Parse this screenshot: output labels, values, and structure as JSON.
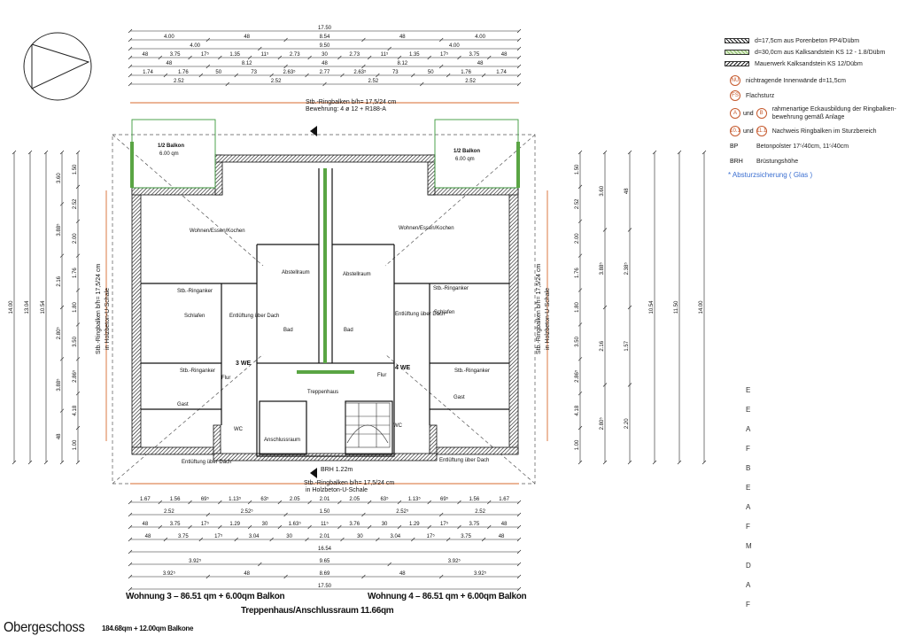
{
  "legend": {
    "items": [
      {
        "swatch": "hatch",
        "text": "d=17,5cm aus Porenbeton PP4/Dübm"
      },
      {
        "swatch": "green",
        "text": "d=30,0cm aus Kalksandstein KS 12 - 1.8/Dübm"
      },
      {
        "swatch": "hatch2",
        "text": "Mauerwerk Kalksandstein KS 12/Dübm"
      }
    ],
    "symbols": [
      {
        "mark": "NU",
        "text": "nichtragende Innenwände d=11,5cm"
      },
      {
        "mark": "FS",
        "text": "Flachsturz"
      },
      {
        "mark": "A",
        "mark2": "B",
        "join": "und",
        "text": "rahmenartige Eckausbildung der Ringbalken- bewehrung gemäß Anlage"
      },
      {
        "mark": "10.1",
        "mark2": "11.1",
        "join": "und",
        "text": "Nachweis Ringbalken im Sturzbereich"
      }
    ],
    "abbreviations": [
      {
        "abbr": "BP",
        "text": "Betonpolster 17⁵/40cm, 11⁵/40cm"
      },
      {
        "abbr": "BRH",
        "text": "Brüstungshöhe"
      }
    ],
    "note": "* Absturzsicherung ( Glas )"
  },
  "captions": {
    "w3": "Wohnung 3 – 86.51 qm + 6.00qm Balkon",
    "w4": "Wohnung 4 – 86.51 qm + 6.00qm Balkon",
    "stair": "Treppenhaus/Anschlussraum 11.66qm",
    "floor": "Obergeschoss",
    "sum": "184.68qm + 12.00qm Balkone"
  },
  "rooms": {
    "balkon": "1/2 Balkon",
    "balkon_area": "6.00 qm",
    "wohnen": "Wohnen/Essen/Kochen",
    "schlafen": "Schlafen",
    "abstellraum": "Abstellraum",
    "bad": "Bad",
    "flur": "Flur",
    "gast": "Gast",
    "wc": "WC",
    "treppenhaus": "Treppenhaus",
    "anschlussraum": "Anschlussraum",
    "unit3": "3 WE",
    "unit4": "4 WE",
    "entlueftung": "Entlüftung über Dach",
    "ringanker": "Stb.-Ringanker",
    "brh": "BRH 1.22m"
  },
  "ringbalken": {
    "top": "Stb.-Ringbalken b/h= 17,5/24 cm",
    "top2": "Bewehrung: 4 ø 12 + R188-A",
    "bottom": "Stb.-Ringbalken b/h= 17,5/24 cm",
    "bottom2": "in Holzbeton-U-Schale",
    "side": "Stb.-Ringbalken b/h= 17,5/24 cm",
    "side2": "in Holzbeton-U-Schale"
  },
  "dims": {
    "top_rows": [
      [
        "17.50"
      ],
      [
        "4.00",
        "48",
        "8.54",
        "48",
        "4.00"
      ],
      [
        "4.00",
        "9.50",
        "4.00"
      ],
      [
        "48",
        "3.75",
        "17⁵",
        "1.35",
        "11⁵",
        "2.73",
        "30",
        "2.73",
        "11⁵",
        "1.35",
        "17⁵",
        "3.75",
        "48"
      ],
      [
        "48",
        "8.12",
        "48",
        "8.12",
        "48"
      ],
      [
        "1.74",
        "1.76",
        "50",
        "73",
        "2.63⁵",
        "2.77",
        "2.63⁵",
        "73",
        "50",
        "1.76",
        "1.74"
      ],
      [
        "2.52",
        "2.52",
        "2.52",
        "2.52"
      ]
    ],
    "bottom_rows": [
      [
        "1.67",
        "1.56",
        "69⁵",
        "1.13⁵",
        "63⁵",
        "2.05",
        "2.01",
        "2.05",
        "63⁵",
        "1.13⁵",
        "69⁵",
        "1.56",
        "1.67"
      ],
      [
        "2.52",
        "2.52⁵",
        "1.50",
        "2.52⁵",
        "2.52"
      ],
      [
        "48",
        "3.75",
        "17⁵",
        "1.29",
        "30",
        "1.63⁵",
        "11⁵",
        "3.76",
        "30",
        "1.29",
        "17⁵",
        "3.75",
        "48"
      ],
      [
        "48",
        "3.75",
        "17⁵",
        "3.04",
        "30",
        "2.01",
        "30",
        "3.04",
        "17⁵",
        "3.75",
        "48"
      ],
      [
        "16.54"
      ],
      [
        "3.92⁵",
        "9.65",
        "3.92⁵"
      ],
      [
        "3.92⁵",
        "48",
        "8.69",
        "48",
        "3.92⁵"
      ],
      [
        "17.50"
      ]
    ],
    "left_cols": [
      "14.00",
      "13.04",
      "10.54",
      "3.60",
      "3.88⁵",
      "2.16",
      "2.80⁵",
      "3.88⁵",
      "48",
      "1.50",
      "2.52",
      "2.00",
      "1.76",
      "1.80",
      "3.50",
      "2.86⁵",
      "4.18",
      "1.00"
    ],
    "right_cols": [
      "14.00",
      "11.50",
      "10.54",
      "3.60",
      "3.88⁵",
      "2.16",
      "2.80⁵",
      "48",
      "1.50",
      "2.52",
      "2.00",
      "1.76",
      "1.80",
      "3.50",
      "2.86⁵",
      "4.18",
      "1.00",
      "2.38⁵",
      "1.57",
      "2.20"
    ]
  },
  "margin_marks": [
    "E",
    "E",
    "A",
    "F",
    "B",
    "E",
    "A",
    "F",
    "M",
    "D",
    "A",
    "F"
  ]
}
